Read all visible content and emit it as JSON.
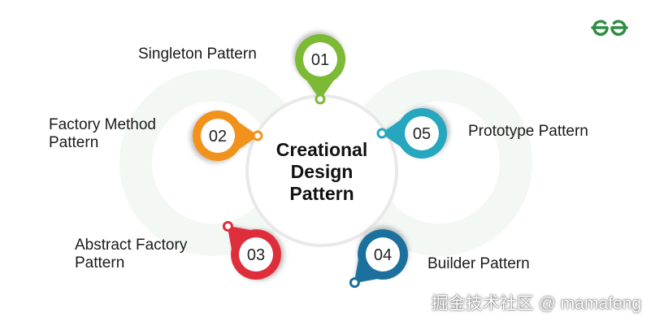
{
  "center": {
    "lines": [
      "Creational",
      "Design",
      "Pattern"
    ]
  },
  "nodes": [
    {
      "number": "01",
      "label_lines": [
        "Singleton Pattern"
      ],
      "color": "#7cb935",
      "icon": "map-pin-icon"
    },
    {
      "number": "02",
      "label_lines": [
        "Factory Method",
        "Pattern"
      ],
      "color": "#f0921e",
      "icon": "map-pin-icon"
    },
    {
      "number": "03",
      "label_lines": [
        "Abstract Factory",
        "Pattern"
      ],
      "color": "#df2d3b",
      "icon": "map-pin-icon"
    },
    {
      "number": "04",
      "label_lines": [
        "Builder Pattern"
      ],
      "color": "#1c6f9d",
      "icon": "map-pin-icon"
    },
    {
      "number": "05",
      "label_lines": [
        "Prototype Pattern"
      ],
      "color": "#27a6bf",
      "icon": "map-pin-icon"
    }
  ],
  "logo": {
    "icon": "geeksforgeeks-logo-icon",
    "color": "#2f8d46"
  },
  "watermark": "掘金技术社区 @ mamafeng"
}
